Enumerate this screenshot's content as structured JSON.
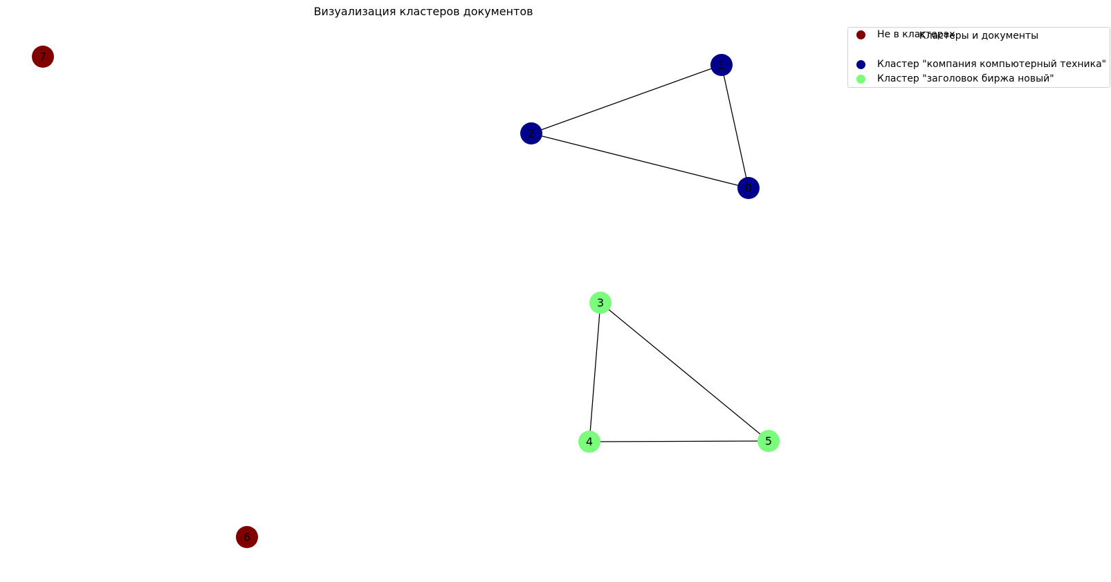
{
  "title": "Визуализация кластеров документов",
  "legend": {
    "title": "Кластеры и документы",
    "items": [
      {
        "label": "Кластер \"компания компьютерный техника\"",
        "color": "#00008b"
      },
      {
        "label": "Кластер \"заголовок биржа новый\"",
        "color": "#7cfc7c"
      },
      {
        "label": "Не в кластерах",
        "color": "#800000"
      }
    ]
  },
  "chart_data": {
    "type": "network",
    "title": "Визуализация кластеров документов",
    "legend_placement": "top-right",
    "clusters": [
      {
        "name": "Кластер \"компания компьютерный техника\"",
        "color": "#00008b",
        "nodes": [
          "0",
          "1",
          "2"
        ]
      },
      {
        "name": "Кластер \"заголовок биржа новый\"",
        "color": "#7cfc7c",
        "nodes": [
          "3",
          "4",
          "5"
        ]
      },
      {
        "name": "Не в кластерах",
        "color": "#800000",
        "nodes": [
          "6",
          "7"
        ]
      }
    ],
    "nodes": [
      {
        "id": "0",
        "label": "0",
        "color": "#00008b"
      },
      {
        "id": "1",
        "label": "1",
        "color": "#00008b"
      },
      {
        "id": "2",
        "label": "2",
        "color": "#00008b"
      },
      {
        "id": "3",
        "label": "3",
        "color": "#7cfc7c"
      },
      {
        "id": "4",
        "label": "4",
        "color": "#7cfc7c"
      },
      {
        "id": "5",
        "label": "5",
        "color": "#7cfc7c"
      },
      {
        "id": "6",
        "label": "6",
        "color": "#800000"
      },
      {
        "id": "7",
        "label": "7",
        "color": "#800000"
      }
    ],
    "edges": [
      [
        "1",
        "2"
      ],
      [
        "1",
        "0"
      ],
      [
        "2",
        "0"
      ],
      [
        "3",
        "4"
      ],
      [
        "3",
        "5"
      ],
      [
        "4",
        "5"
      ]
    ]
  }
}
